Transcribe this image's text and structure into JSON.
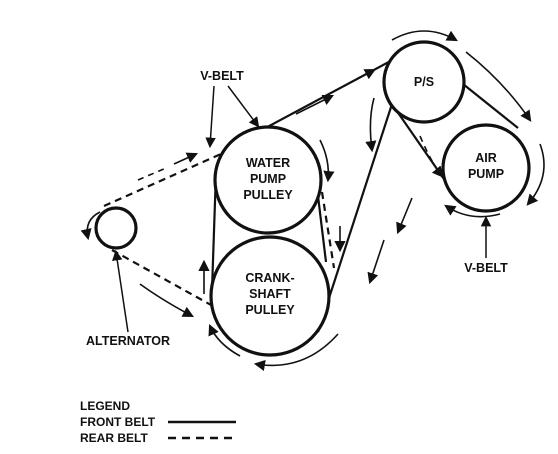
{
  "labels": {
    "v_belt_top": "V-BELT",
    "v_belt_right": "V-BELT",
    "alternator": "ALTERNATOR",
    "ps": "P/S",
    "water_pump": [
      "WATER",
      "PUMP",
      "PULLEY"
    ],
    "crankshaft": [
      "CRANK-",
      "SHAFT",
      "PULLEY"
    ],
    "air_pump": [
      "AIR",
      "PUMP"
    ]
  },
  "legend": {
    "title": "LEGEND",
    "front_belt": "FRONT BELT",
    "rear_belt": "REAR BELT"
  }
}
